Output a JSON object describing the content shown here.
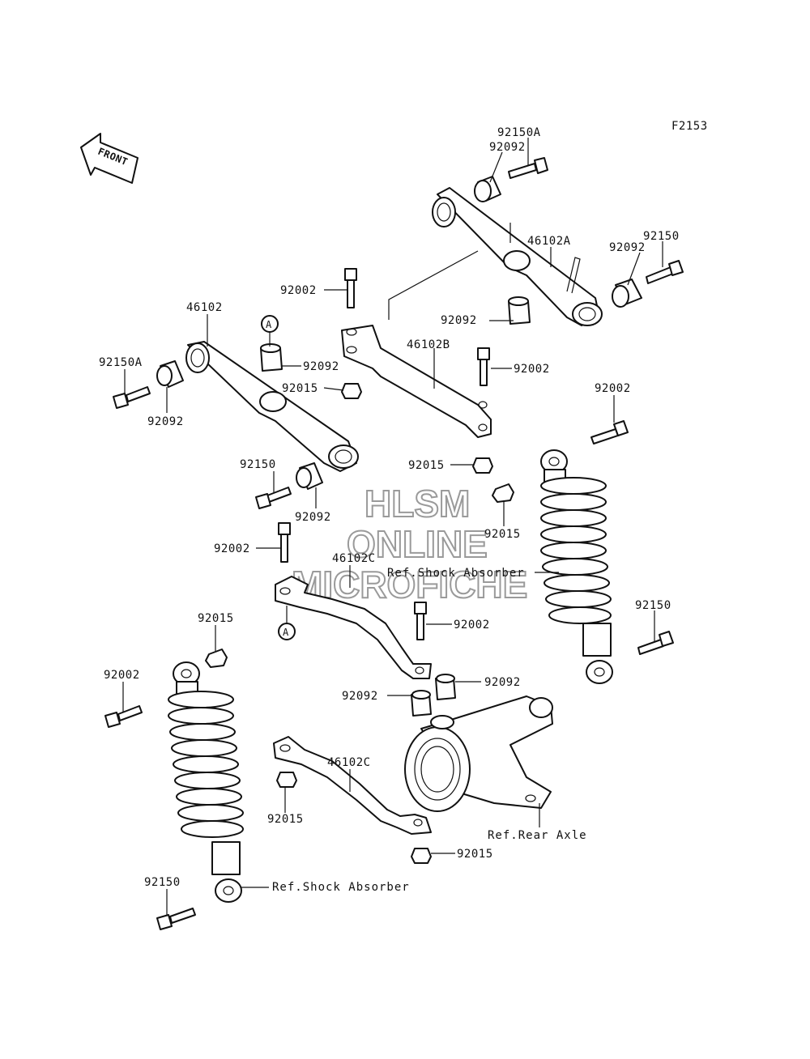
{
  "figure_code": "F2153",
  "front_label": "FRONT",
  "watermark": {
    "line1": "HLSM",
    "line2": "ONLINE",
    "line3": "MICROFICHE"
  },
  "callout_marker": "A",
  "labels": {
    "p_92150A_top": "92150A",
    "p_92092_top": "92092",
    "p_46102A": "46102A",
    "p_92092_right": "92092",
    "p_92150_right": "92150",
    "p_92002_a": "92002",
    "p_92092_mid": "92092",
    "p_46102": "46102",
    "p_46102B": "46102B",
    "p_92092_b": "92092",
    "p_92015_a": "92015",
    "p_92002_b": "92002",
    "p_92150A_left": "92150A",
    "p_92092_left": "92092",
    "p_92002_c": "92002",
    "p_92015_b": "92015",
    "p_92150_mid": "92150",
    "p_92092_c": "92092",
    "p_92015_c": "92015",
    "p_92002_d": "92002",
    "p_46102C_top": "46102C",
    "p_92150_rs": "92150",
    "p_92015_d": "92015",
    "p_92002_e": "92002",
    "p_92002_f": "92002",
    "p_92092_d": "92092",
    "p_92092_e": "92092",
    "p_46102C_bottom": "46102C",
    "p_92015_e": "92015",
    "p_92015_f": "92015",
    "p_92150_ls": "92150"
  },
  "refs": {
    "shock_right": "Ref.Shock Absorber",
    "rear_axle": "Ref.Rear Axle",
    "shock_left": "Ref.Shock Absorber"
  }
}
